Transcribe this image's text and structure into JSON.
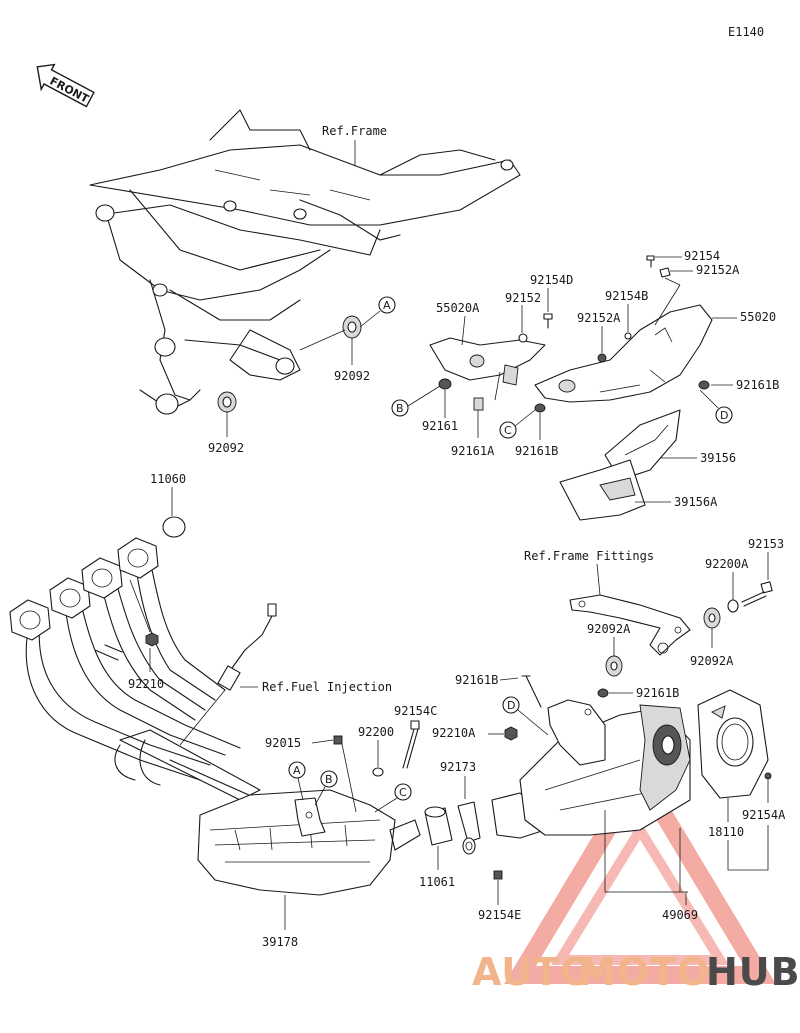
{
  "diagram": {
    "code": "E1140",
    "front_label": "FRONT",
    "refs": {
      "frame": "Ref.Frame",
      "frame_fittings": "Ref.Frame Fittings",
      "fuel_injection": "Ref.Fuel Injection"
    },
    "callouts": [
      "A",
      "B",
      "C",
      "D"
    ],
    "part_labels": {
      "p92092_a": "92092",
      "p92092_b": "92092",
      "p55020A": "55020A",
      "p92152": "92152",
      "p92154D": "92154D",
      "p92154_top": "92154",
      "p92152A_top": "92152A",
      "p92154B": "92154B",
      "p92152A": "92152A",
      "p55020": "55020",
      "p92161B_r": "92161B",
      "p92161": "92161",
      "p92161A": "92161A",
      "p92161B_c": "92161B",
      "p39156": "39156",
      "p39156A": "39156A",
      "p11060": "11060",
      "p92210": "92210",
      "p92153": "92153",
      "p92200A": "92200A",
      "p92092A_a": "92092A",
      "p92092A_b": "92092A",
      "p92161B_l": "92161B",
      "p92161B_m": "92161B",
      "p92210A": "92210A",
      "p92015": "92015",
      "p92200": "92200",
      "p92154C": "92154C",
      "p92173": "92173",
      "p92154A": "92154A",
      "p18110": "18110",
      "p11061": "11061",
      "p92154E": "92154E",
      "p49069": "49069",
      "p39178": "39178"
    }
  },
  "watermark": {
    "part1": "AUTO",
    "part2": "MOTO",
    "part3": "HUB",
    "color_light": "#f2b48a",
    "color_red": "#e84a3c",
    "color_gray": "#4a4a4a"
  }
}
